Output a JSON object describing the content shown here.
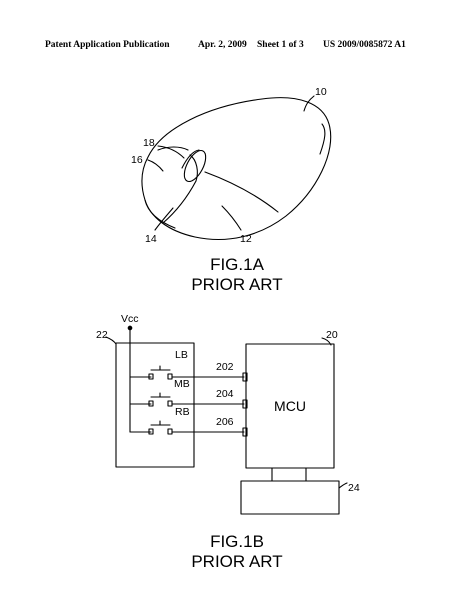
{
  "header": {
    "publication": "Patent Application Publication",
    "date": "Apr. 2, 2009",
    "sheet": "Sheet 1 of 3",
    "number": "US 2009/0085872 A1"
  },
  "fig1a": {
    "labels": {
      "mouse": "10",
      "left_button": "14",
      "right_button": "12",
      "scroll_wheel": "18",
      "middle": "16"
    },
    "caption": "FIG.1A",
    "subcaption": "PRIOR ART"
  },
  "fig1b": {
    "vcc": "Vcc",
    "switch_box_ref": "22",
    "mcu_ref": "20",
    "mcu_label": "MCU",
    "lower_ref": "24",
    "switches": [
      {
        "label": "LB",
        "pin": "202"
      },
      {
        "label": "MB",
        "pin": "204"
      },
      {
        "label": "RB",
        "pin": "206"
      }
    ],
    "caption": "FIG.1B",
    "subcaption": "PRIOR ART"
  }
}
